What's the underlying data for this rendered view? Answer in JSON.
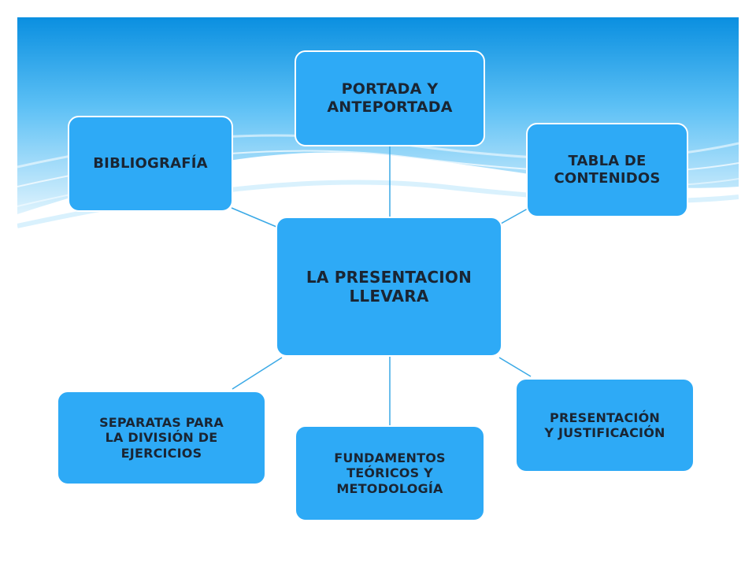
{
  "diagram": {
    "center": {
      "label": "LA PRESENTACION\nLLEVARA"
    },
    "nodes": [
      {
        "id": "portada",
        "label": "PORTADA Y\nANTEPORTADA"
      },
      {
        "id": "tabla",
        "label": "TABLA DE\nCONTENIDOS"
      },
      {
        "id": "presentacion",
        "label": "PRESENTACIÓN\nY JUSTIFICACIÓN"
      },
      {
        "id": "fundamentos",
        "label": "FUNDAMENTOS\nTEÓRICOS Y\nMETODOLOGÍA"
      },
      {
        "id": "separatas",
        "label": "SEPARATAS PARA\nLA DIVISIÓN DE\nEJERCICIOS"
      },
      {
        "id": "bibliografia",
        "label": "BIBLIOGRAFÍA"
      }
    ]
  },
  "colors": {
    "node_fill": "#2eaaf6",
    "node_text": "#1a2533",
    "connector": "#3aa9e6",
    "background_top": "#0a8fe0",
    "background_bottom": "#ffffff"
  }
}
